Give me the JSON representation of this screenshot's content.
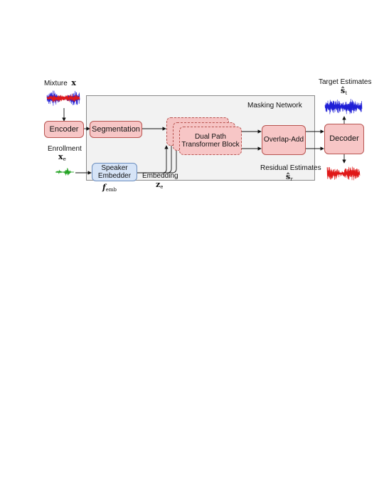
{
  "diagram": {
    "masking_network_label": "Masking Network",
    "blocks": {
      "encoder": "Encoder",
      "segmentation": "Segmentation",
      "dual_path_line1": "Dual Path",
      "dual_path_line2": "Transformer Block",
      "overlap_add": "Overlap-Add",
      "decoder": "Decoder",
      "speaker_embedder_line1": "Speaker",
      "speaker_embedder_line2": "Embedder"
    },
    "labels": {
      "mixture": "Mixture",
      "mixture_symbol": "x",
      "enrollment": "Enrollment",
      "enrollment_symbol": "x",
      "enrollment_sub": "e",
      "embedding": "Embedding",
      "embedding_symbol": "z",
      "embedding_sub": "e",
      "f_symbol": "f",
      "f_sub": "emb",
      "target_estimates": "Target Estimates",
      "target_symbol": "ŝ",
      "target_sub": "t",
      "residual_estimates": "Residual Estimates",
      "residual_symbol": "ŝ",
      "residual_sub": "r"
    },
    "colors": {
      "block_fill": "#f7c6c6",
      "block_border": "#b85450",
      "embedder_fill": "#d6e4f7",
      "embedder_border": "#6c8ebf",
      "panel_fill": "#f2f2f2",
      "wave_blue": "#1f1fd6",
      "wave_red": "#e01818",
      "wave_green": "#23a323"
    }
  }
}
